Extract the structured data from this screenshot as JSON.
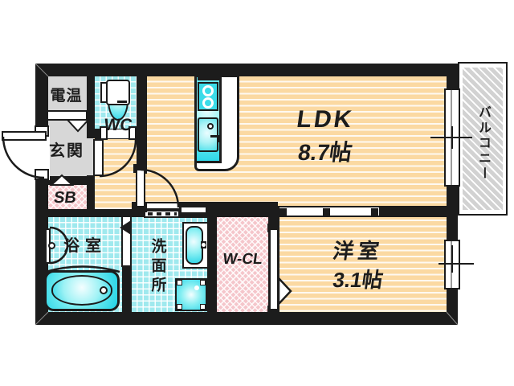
{
  "floorplan": {
    "rooms": {
      "water_heater": {
        "label": "電温"
      },
      "entrance": {
        "label": "玄関"
      },
      "shoe_box": {
        "label": "SB"
      },
      "toilet": {
        "label": "WC"
      },
      "ldk": {
        "label": "LDK",
        "size": "8.7帖"
      },
      "balcony": {
        "label": "バルコニー"
      },
      "bathroom": {
        "label": "浴室"
      },
      "washroom": {
        "label": "洗面所"
      },
      "walk_in_closet": {
        "label": "W-CL"
      },
      "western_room": {
        "label": "洋室",
        "size": "3.1帖"
      }
    },
    "colors": {
      "wall": "#1c1c1c",
      "wood_floor": "#fbd9a2",
      "tile_cyan": "#9fe9ee",
      "fixture_cyan": "#2cd6e8",
      "pink_storage": "#f5c6cb",
      "gray_room": "#d7d7d7",
      "balcony_gray": "#d2d2d2"
    }
  }
}
